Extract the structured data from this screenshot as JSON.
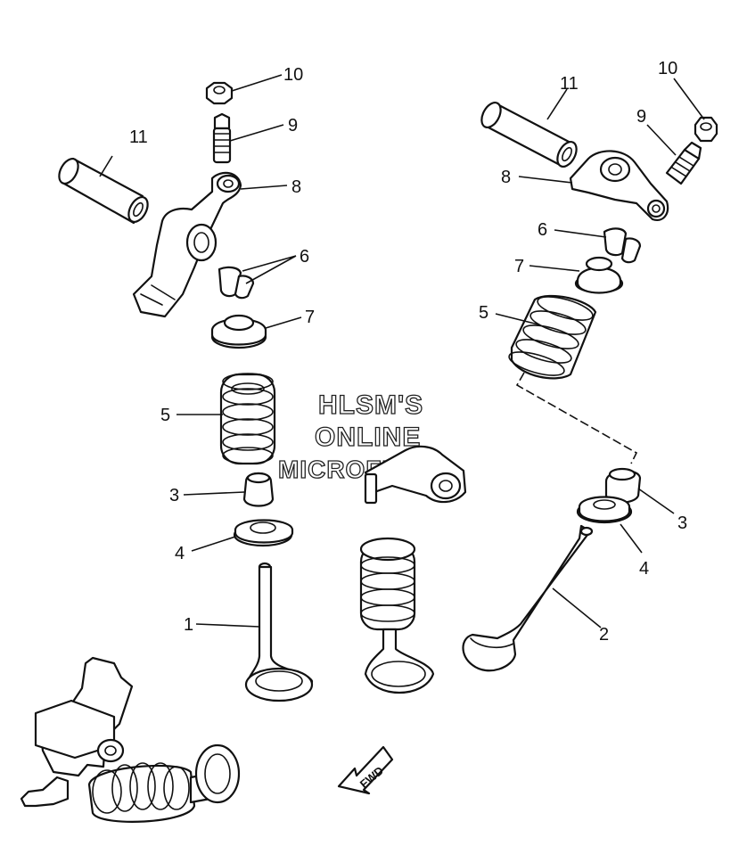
{
  "watermark": {
    "line1": "HLSM'S",
    "line2": "ONLINE",
    "line3": "MICROFICHE"
  },
  "direction_label": "FWD",
  "callouts": {
    "left": {
      "n10": "10",
      "n9": "9",
      "n11": "11",
      "n8": "8",
      "n6": "6",
      "n7": "7",
      "n5": "5",
      "n3": "3",
      "n4": "4",
      "n1": "1"
    },
    "right": {
      "n11": "11",
      "n10": "10",
      "n9": "9",
      "n8": "8",
      "n6": "6",
      "n7": "7",
      "n5": "5",
      "n3": "3",
      "n4": "4",
      "n2": "2"
    }
  }
}
